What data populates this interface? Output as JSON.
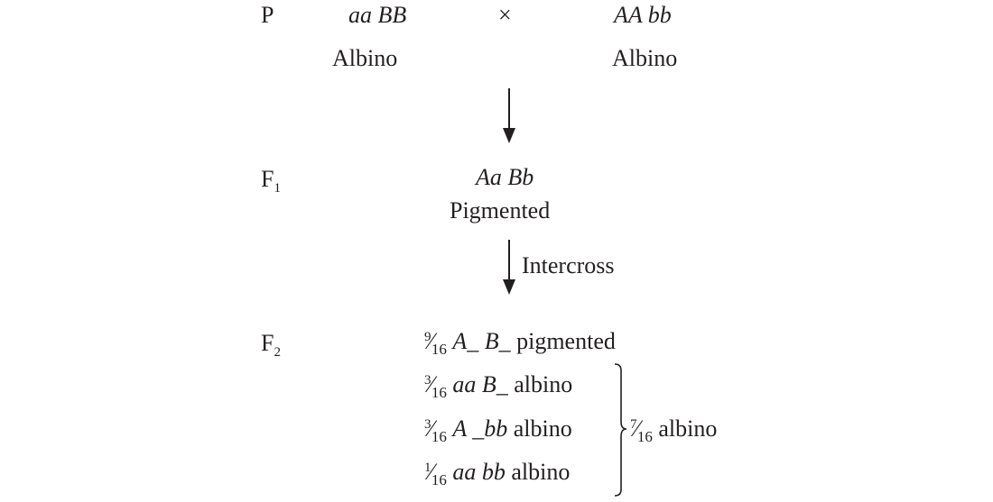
{
  "generations": {
    "p": "P",
    "f1": {
      "base": "F",
      "sub": "1"
    },
    "f2": {
      "base": "F",
      "sub": "2"
    }
  },
  "parents": {
    "left": {
      "genotype": "aa BB",
      "phenotype": "Albino"
    },
    "cross_symbol": "×",
    "right": {
      "genotype": "AA bb",
      "phenotype": "Albino"
    }
  },
  "f1": {
    "genotype": "Aa Bb",
    "phenotype": "Pigmented"
  },
  "intercross_label": "Intercross",
  "f2_classes": [
    {
      "num": "9",
      "den": "16",
      "genotype": "A_ B_",
      "phenotype": "pigmented"
    },
    {
      "num": "3",
      "den": "16",
      "genotype": "aa B_",
      "phenotype": "albino"
    },
    {
      "num": "3",
      "den": "16",
      "genotype": "A _bb",
      "phenotype": "albino"
    },
    {
      "num": "1",
      "den": "16",
      "genotype": "aa bb",
      "phenotype": "albino"
    }
  ],
  "albino_total": {
    "num": "7",
    "den": "16",
    "phenotype": "albino"
  }
}
